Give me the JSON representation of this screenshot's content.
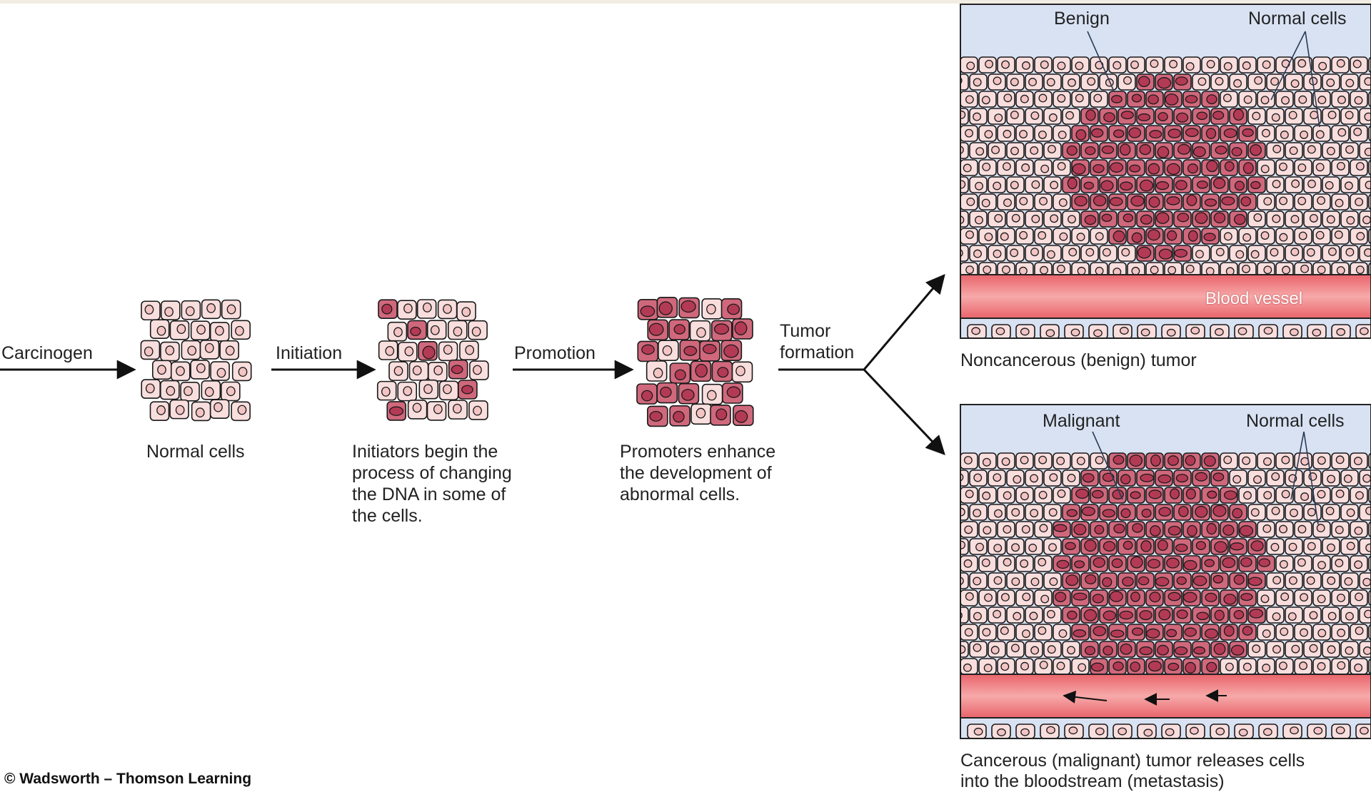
{
  "labels": {
    "carcinogen": "Carcinogen",
    "initiation": "Initiation",
    "promotion": "Promotion",
    "tumor_formation": "Tumor\nformation"
  },
  "captions": {
    "normal_cells": "Normal cells",
    "initiators": "Initiators begin the\nprocess of changing\nthe DNA in some of\nthe cells.",
    "promoters": "Promoters enhance\nthe development of\nabnormal cells.",
    "benign_tumor": "Noncancerous (benign) tumor",
    "malignant_tumor": "Cancerous (malignant) tumor releases cells\ninto the bloodstream (metastasis)"
  },
  "panel_benign": {
    "benign_label": "Benign",
    "normal_cells_label": "Normal cells",
    "blood_vessel_label": "Blood vessel"
  },
  "panel_malignant": {
    "malignant_label": "Malignant",
    "normal_cells_label": "Normal cells"
  },
  "credit": "© Wadsworth – Thomson Learning",
  "colors": {
    "normal_cell_fill": "#f9dede",
    "normal_nucleus": "#f3c4c4",
    "abnormal_cell_fill": "#d0687c",
    "abnormal_nucleus": "#b33a55",
    "sky": "#d8e2f3",
    "blood_vessel": "#f0858a",
    "outline": "#1a1a1a"
  }
}
